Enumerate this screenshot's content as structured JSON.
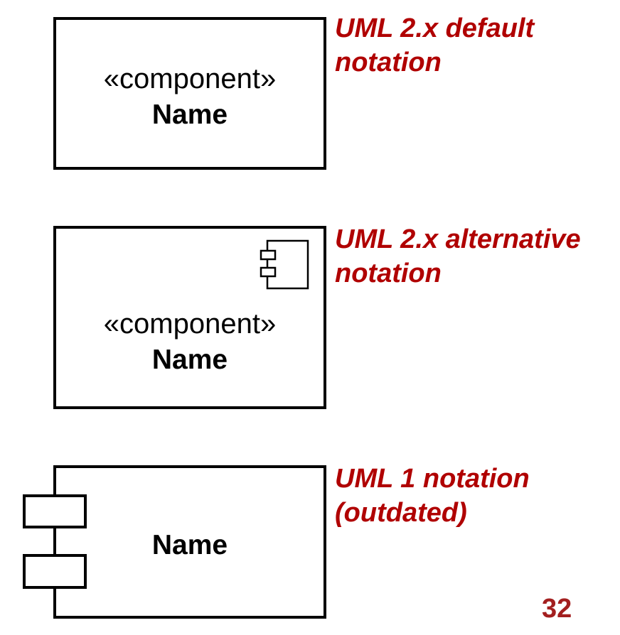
{
  "colors": {
    "caption": "#b00000",
    "page_number": "#a31f1f",
    "stroke": "#000000"
  },
  "diagram": {
    "default_notation": {
      "stereotype": "«component»",
      "name": "Name",
      "caption_line1": "UML 2.x default",
      "caption_line2": "notation"
    },
    "alternative_notation": {
      "stereotype": "«component»",
      "name": "Name",
      "icon": "component-icon",
      "caption_line1": "UML 2.x alternative",
      "caption_line2": "notation"
    },
    "uml1_notation": {
      "name": "Name",
      "caption_line1": "UML 1 notation",
      "caption_line2": "(outdated)"
    }
  },
  "footer": {
    "page_number": "32"
  }
}
